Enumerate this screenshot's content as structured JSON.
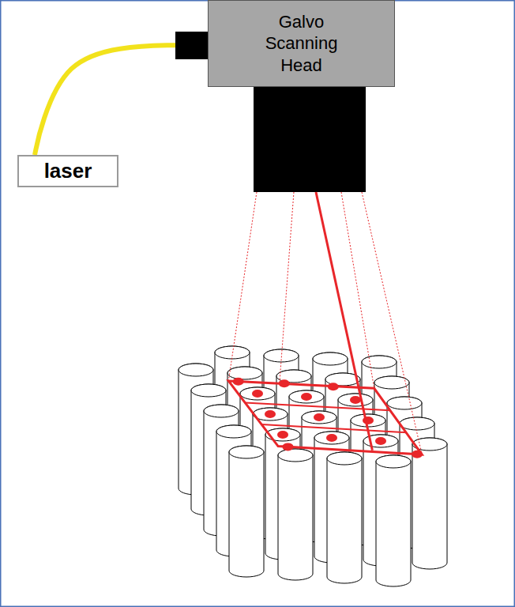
{
  "diagram": {
    "nodes": [
      {
        "text": [
          "laser"
        ]
      },
      {
        "text": [
          "Galvo Scanning Head"
        ]
      }
    ],
    "edges": [
      {
        "from": 0,
        "to": 1,
        "arrow": "none"
      }
    ]
  }
}
